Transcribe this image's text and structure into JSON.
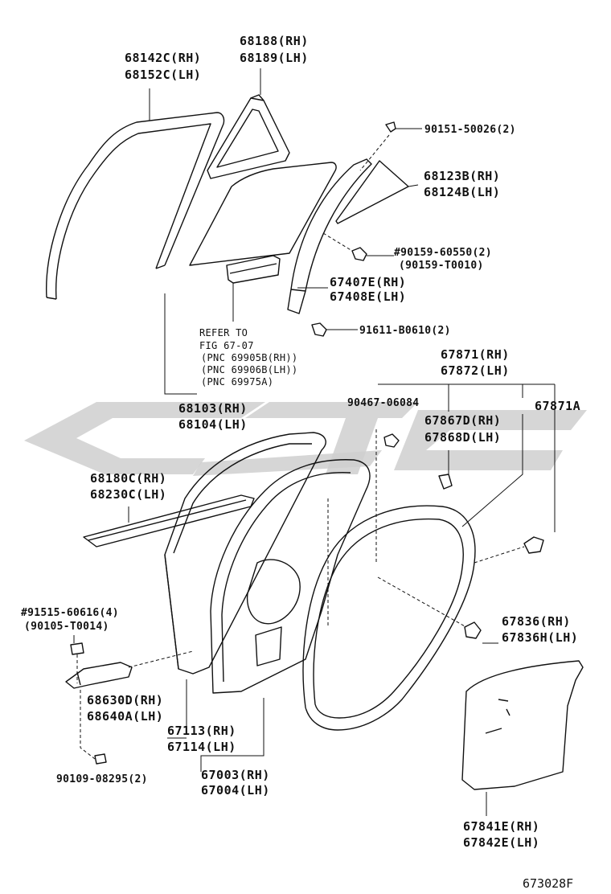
{
  "labels": {
    "l68142": [
      "68142C(RH)",
      "68152C(LH)"
    ],
    "l68188": [
      "68188(RH)",
      "68189(LH)"
    ],
    "l90151": [
      "90151-50026(2)"
    ],
    "l68123": [
      "68123B(RH)",
      "68124B(LH)"
    ],
    "l90159": [
      "#90159-60550(2)",
      "(90159-T0010)"
    ],
    "l67407": [
      "67407E(RH)",
      "67408E(LH)"
    ],
    "l91611": [
      "91611-B0610(2)"
    ],
    "lrefer": [
      "REFER TO",
      "FIG 67-07",
      "(PNC 69905B(RH))",
      "(PNC 69906B(LH))",
      "(PNC 69975A)"
    ],
    "l67871": [
      "67871(RH)",
      "67872(LH)"
    ],
    "l90467": [
      "90467-06084"
    ],
    "l67871a": [
      "67871A"
    ],
    "l68103": [
      "68103(RH)",
      "68104(LH)"
    ],
    "l67867": [
      "67867D(RH)",
      "67868D(LH)"
    ],
    "l68180": [
      "68180C(RH)",
      "68230C(LH)"
    ],
    "l91515": [
      "#91515-60616(4)",
      "(90105-T0014)"
    ],
    "l67836": [
      "67836(RH)",
      "67836H(LH)"
    ],
    "l68630": [
      "68630D(RH)",
      "68640A(LH)"
    ],
    "l67113": [
      "67113(RH)",
      "67114(LH)"
    ],
    "l67003": [
      "67003(RH)",
      "67004(LH)"
    ],
    "l90109": [
      "90109-08295(2)"
    ],
    "l67841": [
      "67841E(RH)",
      "67842E(LH)"
    ]
  },
  "figure_code": "673028F"
}
